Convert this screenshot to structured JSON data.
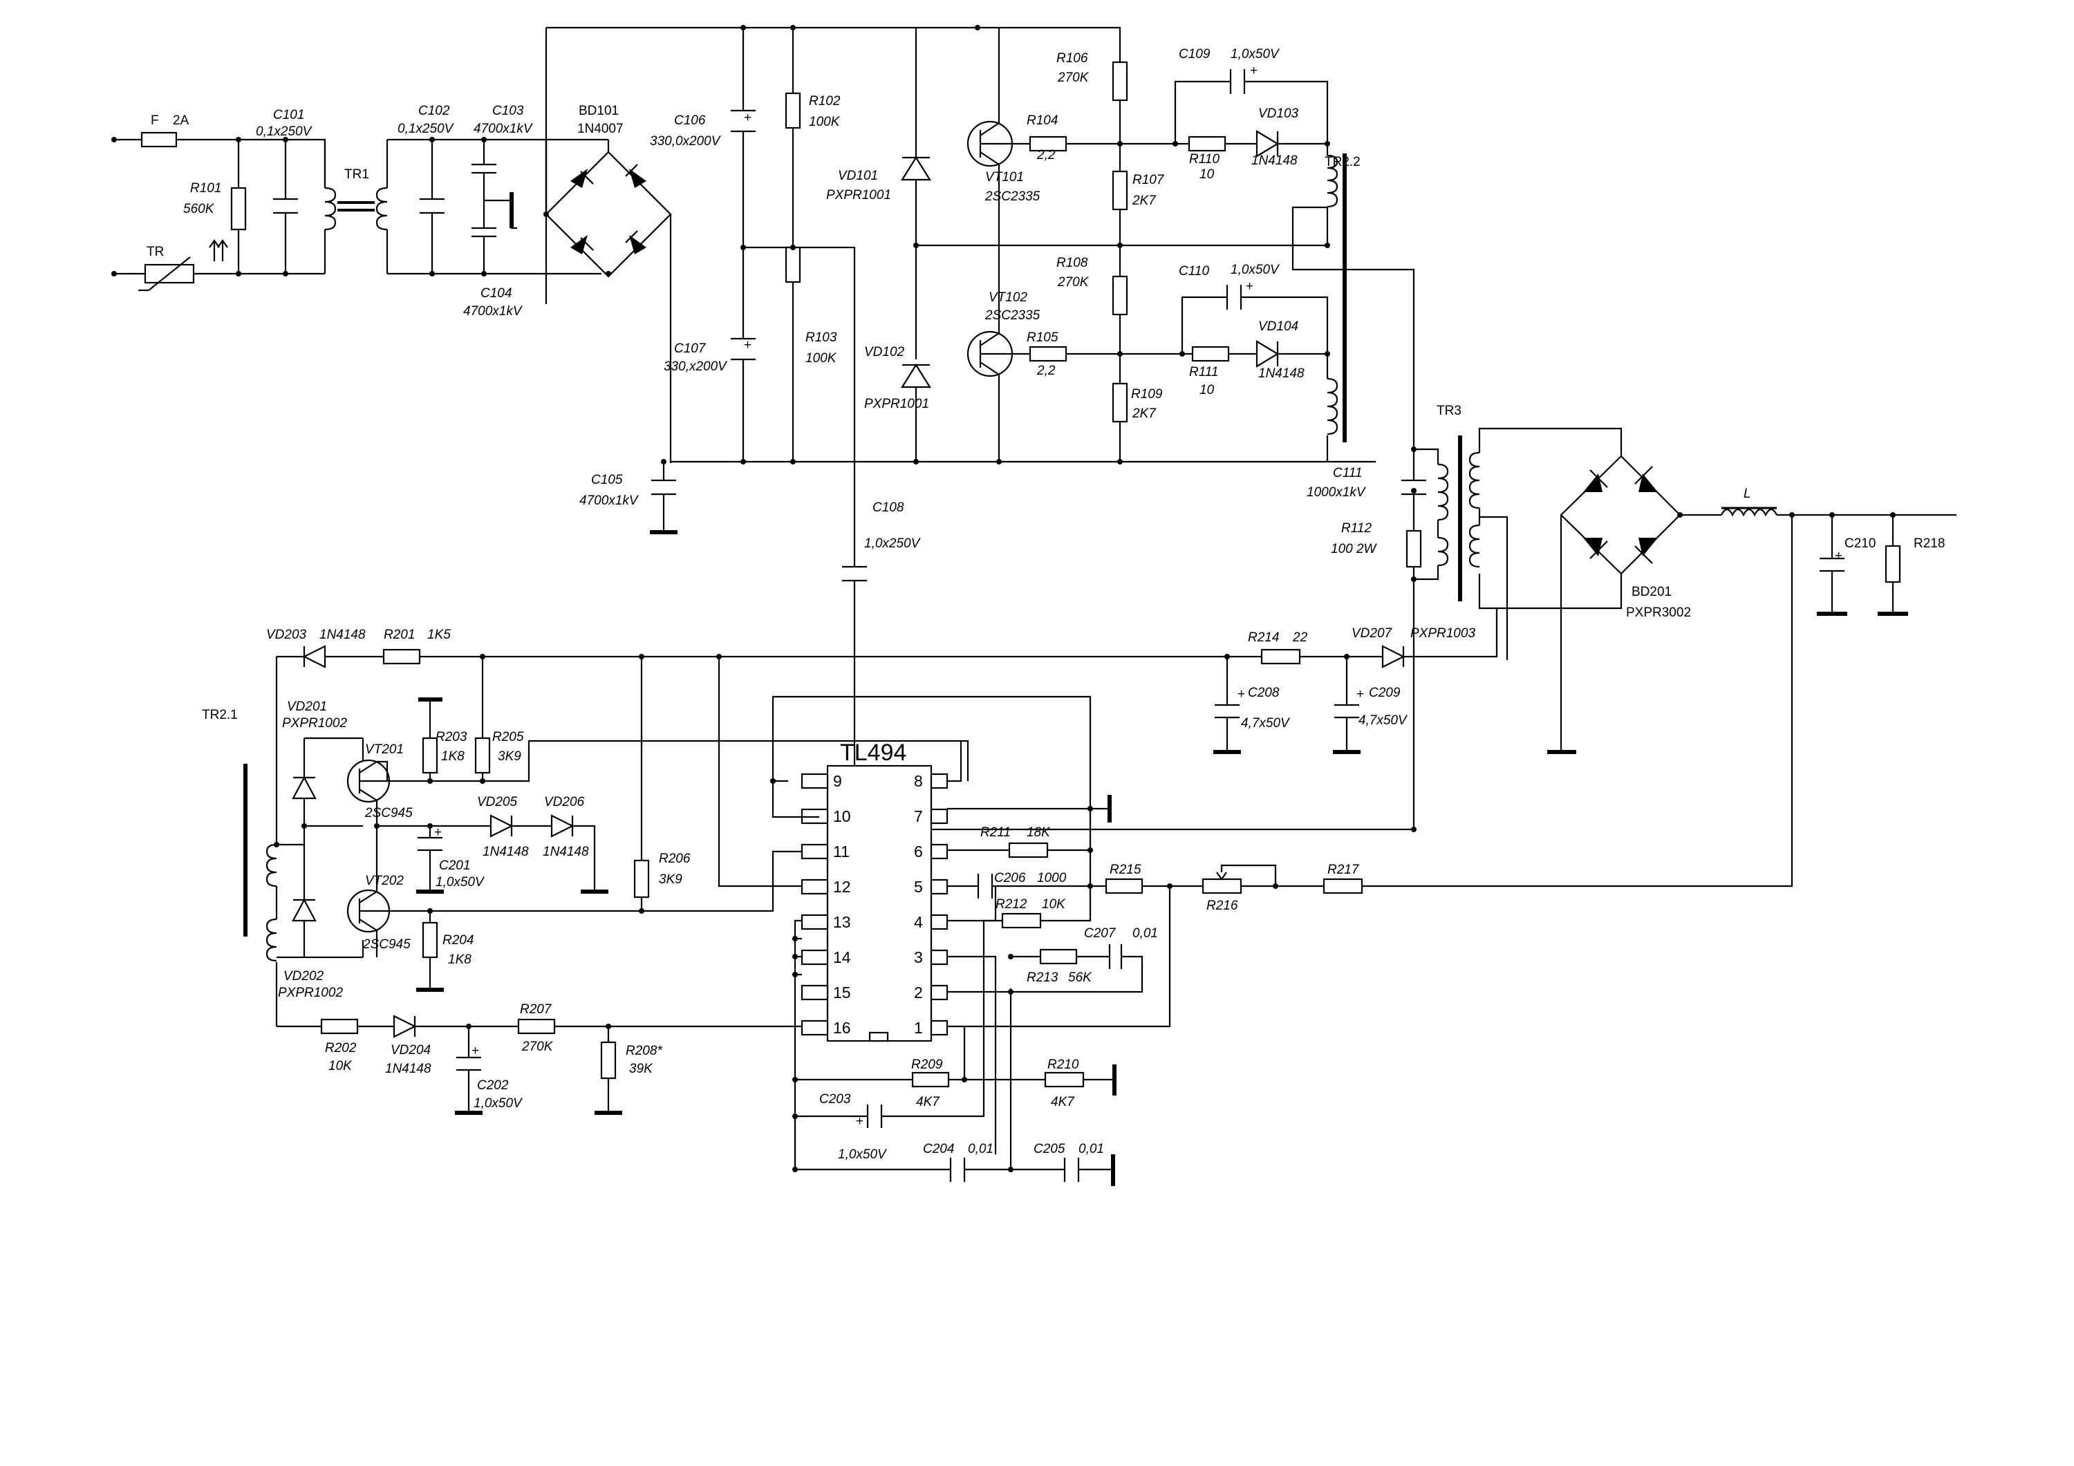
{
  "components": {
    "F": "F",
    "F_val": "2A",
    "R101": "R101",
    "R101_val": "560K",
    "TR": "TR",
    "C101": "C101",
    "C101_val": "0,1x250V",
    "TR1": "TR1",
    "C102": "C102",
    "C102_val": "0,1x250V",
    "C103": "C103",
    "C103_val": "4700x1kV",
    "C104": "C104",
    "C104_val": "4700x1kV",
    "BD101": "BD101",
    "BD101_val": "1N4007",
    "C105": "C105",
    "C105_val": "4700x1kV",
    "C106": "C106",
    "C106_val": "330,0x200V",
    "C107": "C107",
    "C107_val": "330,x200V",
    "R102": "R102",
    "R102_val": "100K",
    "R103": "R103",
    "R103_val": "100K",
    "C108": "C108",
    "C108_val": "1,0x250V",
    "VD101": "VD101",
    "VD101_val": "PXPR1001",
    "VD102": "VD102",
    "VD102_val": "PXPR1001",
    "VT101": "VT101",
    "VT101_val": "2SC2335",
    "VT102": "VT102",
    "VT102_val": "2SC2335",
    "R104": "R104",
    "R104_val": "2,2",
    "R105": "R105",
    "R105_val": "2,2",
    "R106": "R106",
    "R106_val": "270K",
    "R107": "R107",
    "R107_val": "2K7",
    "R108": "R108",
    "R108_val": "270K",
    "R109": "R109",
    "R109_val": "2K7",
    "C109": "C109",
    "C109_val": "1,0x50V",
    "C110": "C110",
    "C110_val": "1,0x50V",
    "R110": "R110",
    "R110_val": "10",
    "R111": "R111",
    "R111_val": "10",
    "VD103": "VD103",
    "VD103_val": "1N4148",
    "VD104": "VD104",
    "VD104_val": "1N4148",
    "TR22": "TR2.2",
    "TR3": "TR3",
    "C111": "C111",
    "C111_val": "1000x1kV",
    "R112": "R112",
    "R112_val": "100 2W",
    "BD201": "BD201",
    "BD201_val": "PXPR3002",
    "L": "L",
    "C210": "C210",
    "R218": "R218",
    "VD203": "VD203",
    "VD203_val": "1N4148",
    "R201": "R201",
    "R201_val": "1K5",
    "R214": "R214",
    "R214_val": "22",
    "VD207": "VD207",
    "VD207_val": "PXPR1003",
    "C208": "C208",
    "C208_val": "4,7x50V",
    "C209": "C209",
    "C209_val": "4,7x50V",
    "TR21": "TR2.1",
    "VD201": "VD201",
    "VD201_val": "PXPR1002",
    "VD202": "VD202",
    "VD202_val": "PXPR1002",
    "R203": "R203",
    "R203_val": "1K8",
    "R205": "R205",
    "R205_val": "3K9",
    "VT201": "VT201",
    "VT201_val": "2SC945",
    "VT202": "VT202",
    "VT202_val": "2SC945",
    "VD205": "VD205",
    "VD205_val": "1N4148",
    "VD206": "VD206",
    "VD206_val": "1N4148",
    "C201": "C201",
    "C201_val": "1,0x50V",
    "R206": "R206",
    "R206_val": "3K9",
    "R204": "R204",
    "R204_val": "1K8",
    "R202": "R202",
    "R202_val": "10K",
    "VD204": "VD204",
    "VD204_val": "1N4148",
    "C202": "C202",
    "C202_val": "1,0x50V",
    "R207": "R207",
    "R207_val": "270K",
    "R208": "R208*",
    "R208_val": "39K",
    "TL494": "TL494",
    "R211": "R211",
    "R211_val": "18K",
    "C206": "C206",
    "C206_val": "1000",
    "R212": "R212",
    "R212_val": "10K",
    "C207": "C207",
    "C207_val": "0,01",
    "R213": "R213",
    "R213_val": "56K",
    "R215": "R215",
    "R216": "R216",
    "R217": "R217",
    "R209": "R209",
    "R209_val": "4K7",
    "R210": "R210",
    "R210_val": "4K7",
    "C203": "C203",
    "C203_val": "1,0x50V",
    "C204": "C204",
    "C204_val": "0,01",
    "C205": "C205",
    "C205_val": "0,01",
    "plus": "+"
  },
  "ic_pins_left": [
    "9",
    "10",
    "11",
    "12",
    "13",
    "14",
    "15",
    "16"
  ],
  "ic_pins_right": [
    "8",
    "7",
    "6",
    "5",
    "4",
    "3",
    "2",
    "1"
  ]
}
